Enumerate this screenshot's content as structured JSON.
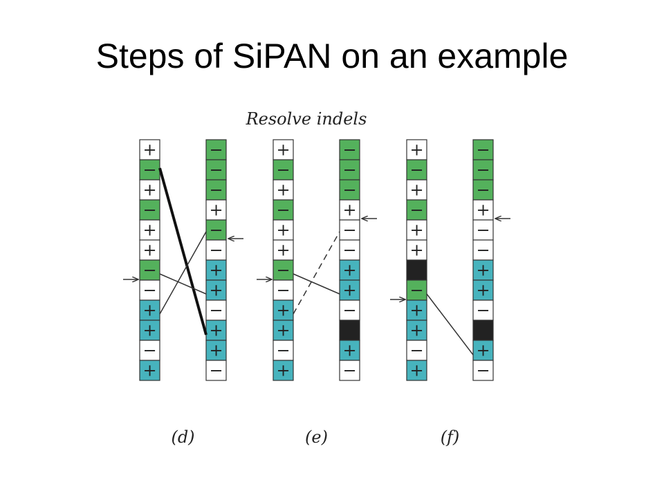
{
  "slide": {
    "title": "Steps of SiPAN on an example",
    "section_heading": "Resolve indels"
  },
  "colors": {
    "green": "#54b15c",
    "teal": "#47b3bd",
    "white": "#ffffff",
    "black": "#222222",
    "stroke": "#333333"
  },
  "panels": [
    {
      "label": "(d)",
      "left_column": [
        "+",
        "-",
        "+",
        "-",
        "+",
        "+",
        "-",
        "-",
        "+",
        "+",
        "-",
        "+"
      ],
      "left_colors": [
        "white",
        "green",
        "white",
        "green",
        "white",
        "white",
        "green",
        "white",
        "teal",
        "teal",
        "white",
        "teal"
      ],
      "right_column": [
        "-",
        "-",
        "-",
        "+",
        "-",
        "-",
        "+",
        "+",
        "-",
        "+",
        "+",
        "-"
      ],
      "right_colors": [
        "green",
        "green",
        "green",
        "white",
        "green",
        "white",
        "teal",
        "teal",
        "white",
        "teal",
        "teal",
        "white"
      ]
    },
    {
      "label": "(e)",
      "left_column": [
        "+",
        "-",
        "+",
        "-",
        "+",
        "+",
        "-",
        "-",
        "+",
        "+",
        "-",
        "+"
      ],
      "left_colors": [
        "white",
        "green",
        "white",
        "green",
        "white",
        "white",
        "green",
        "white",
        "teal",
        "teal",
        "white",
        "teal"
      ],
      "right_column": [
        "-",
        "-",
        "-",
        "+",
        "-",
        "-",
        "+",
        "+",
        "-",
        "",
        "+",
        "-"
      ],
      "right_colors": [
        "green",
        "green",
        "green",
        "white",
        "white",
        "white",
        "teal",
        "teal",
        "white",
        "black",
        "teal",
        "white"
      ]
    },
    {
      "label": "(f)",
      "left_column": [
        "+",
        "-",
        "+",
        "-",
        "+",
        "+",
        "",
        "-",
        "+",
        "+",
        "-",
        "+"
      ],
      "left_colors": [
        "white",
        "green",
        "white",
        "green",
        "white",
        "white",
        "black",
        "green",
        "teal",
        "teal",
        "white",
        "teal"
      ],
      "right_column": [
        "-",
        "-",
        "-",
        "+",
        "-",
        "-",
        "+",
        "+",
        "-",
        "",
        "+",
        "-"
      ],
      "right_colors": [
        "green",
        "green",
        "green",
        "white",
        "white",
        "white",
        "teal",
        "teal",
        "white",
        "black",
        "teal",
        "white"
      ]
    }
  ]
}
